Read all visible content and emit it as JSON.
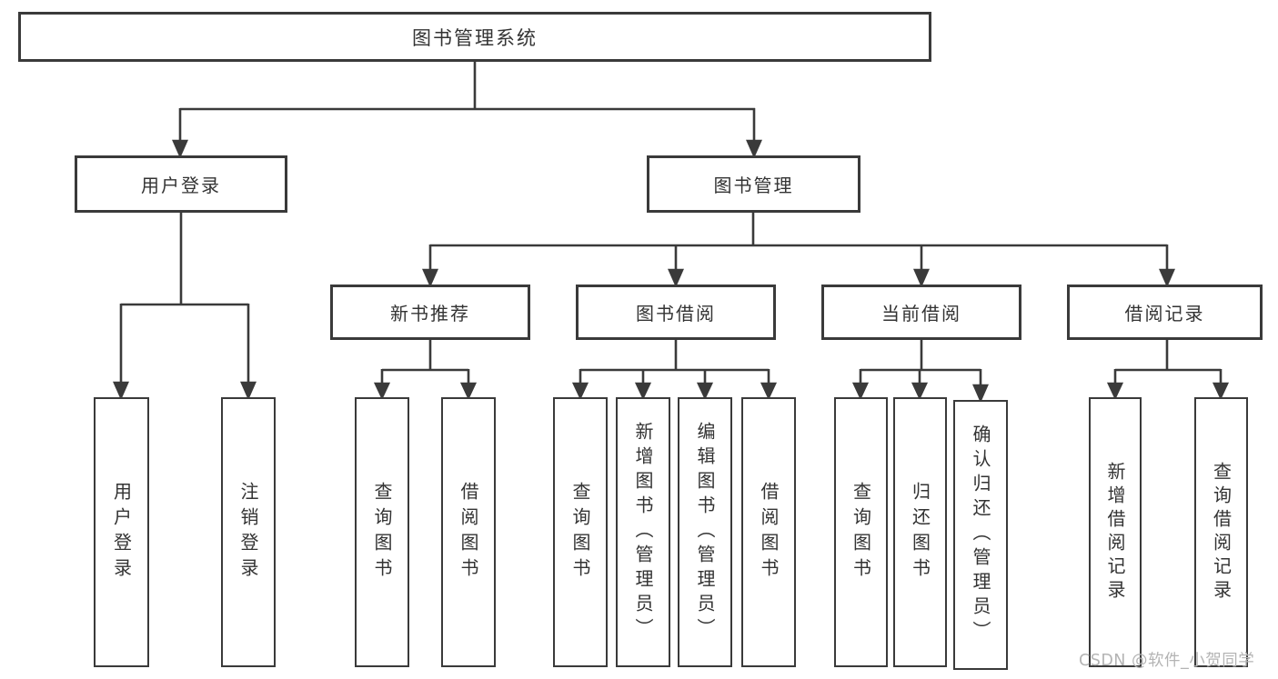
{
  "diagram": {
    "root": "图书管理系统",
    "branches": {
      "user": "用户登录",
      "book": "图书管理"
    },
    "modules": [
      "新书推荐",
      "图书借阅",
      "当前借阅",
      "借阅记录"
    ],
    "leaves": {
      "user": [
        "用户登录",
        "注销登录"
      ],
      "newbook": [
        "查询图书",
        "借阅图书"
      ],
      "borrow": [
        "查询图书",
        "新增图书（管理员）",
        "编辑图书（管理员）",
        "借阅图书"
      ],
      "current": [
        "查询图书",
        "归还图书",
        "确认归还（管理员）"
      ],
      "record": [
        "新增借阅记录",
        "查询借阅记录"
      ]
    }
  },
  "watermark": "CSDN @软件_小贺同学",
  "colors": {
    "line": "#3a3a3a",
    "text": "#333333",
    "watermark": "#b4b4b4",
    "background": "#ffffff"
  }
}
